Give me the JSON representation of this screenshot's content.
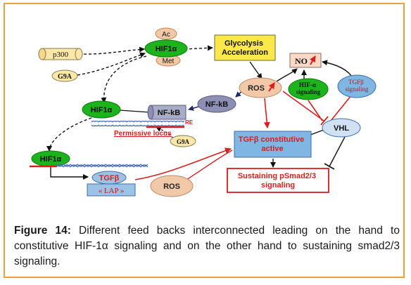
{
  "nodes": {
    "ac": "Ac",
    "met": "Met",
    "hif_top": "HIF1α",
    "p300": "p300",
    "g9a_top": "G9A",
    "glycolysis": "Glycolysis\nAcceleration",
    "no": "NO",
    "ros_main": "ROS",
    "hif_alpha_signaling": "HIF-α\nsignaling",
    "tgfb_signaling": "TGFβ\nsignaling",
    "nfkb_grey": "NF-kB",
    "hif_mid": "HIF1α",
    "nfkb_box": "NF-kB",
    "re": "RE",
    "permissive_locus": "Permissive locus",
    "g9a_mid": "G9A",
    "vhl": "VHL",
    "tgfb_constitutive": "TGFβ constitutive\nactive",
    "hif_bottom": "HIF1α",
    "tgfb_lap_top": "TGFβ",
    "tgfb_lap_bottom": "« LAP »",
    "ros_bottom": "ROS",
    "smad_box": "Sustaining  pSmad2/3\nsignaling"
  },
  "caption": {
    "label": "Figure 14:",
    "text": " Different feed backs interconnected leading on the hand to constitutive HIF-1α signaling and on the other hand to sustaining smad2/3 signaling."
  },
  "colors": {
    "frame": "#e9a23b",
    "hif_green": "#1db31d",
    "ros_fill": "#f2c9a8",
    "yellow_box": "#fce84a",
    "tgfb_box": "#7fb6e4",
    "red": "#d81e1e",
    "grey_oval": "#8d8fb5",
    "blue_oval": "#9cc3e6"
  }
}
